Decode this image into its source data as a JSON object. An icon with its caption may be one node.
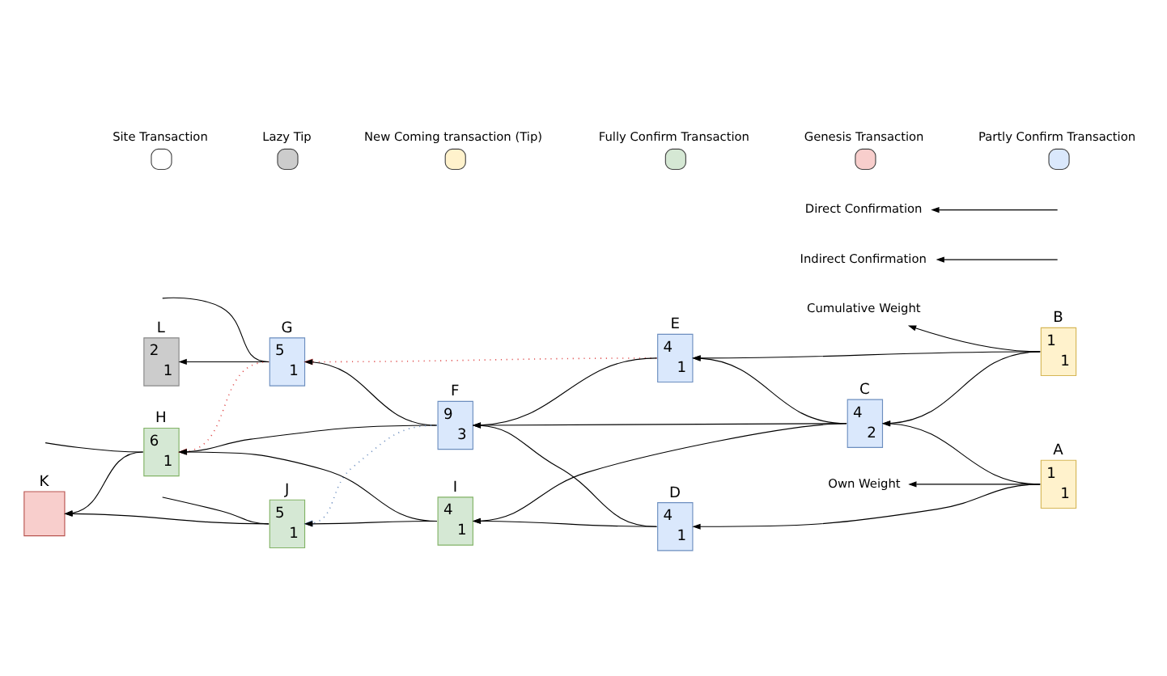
{
  "diagram": {
    "nodes": [
      {
        "text": [
          "L",
          "2",
          "1"
        ]
      },
      {
        "text": [
          "G",
          "5",
          "1"
        ]
      },
      {
        "text": [
          "Indirect Confirmation"
        ]
      },
      {
        "text": [
          "E",
          "4",
          "1"
        ]
      },
      {
        "text": [
          "Cumulative Weight"
        ]
      },
      {
        "text": [
          "B",
          "1",
          "1"
        ]
      },
      {
        "text": [
          "H",
          "6",
          "1"
        ]
      },
      {
        "text": [
          "K"
        ]
      },
      {
        "text": [
          "F",
          "9",
          "3"
        ]
      },
      {
        "text": [
          "C",
          "4",
          "2"
        ]
      },
      {
        "text": [
          "A",
          "1",
          "1"
        ]
      },
      {
        "text": [
          "J",
          "5",
          "1"
        ]
      },
      {
        "text": [
          "I",
          "4",
          "1"
        ]
      },
      {
        "text": [
          "D",
          "4",
          "1"
        ]
      },
      {
        "text": [
          "Direct Confirmation"
        ]
      },
      {
        "text": [
          "Own Weight"
        ]
      }
    ],
    "edges": [
      {
        "from": 1,
        "to": 0,
        "arrow": "to"
      },
      {
        "from": null,
        "to": 1,
        "arrow": "none"
      },
      {
        "from": 3,
        "to": 1,
        "arrow": "to",
        "style": "dashed",
        "color": "#e05050"
      },
      {
        "from": 1,
        "to": 6,
        "arrow": "to",
        "style": "dashed",
        "color": "#e05050"
      },
      {
        "from": null,
        "to": 2,
        "arrow": "to"
      },
      {
        "from": 8,
        "to": 1,
        "arrow": "to"
      },
      {
        "from": 3,
        "to": 8,
        "arrow": "to"
      },
      {
        "from": 5,
        "to": 3,
        "arrow": "to"
      },
      {
        "from": 5,
        "to": 4,
        "arrow": "to"
      },
      {
        "from": 5,
        "to": 9,
        "arrow": "to"
      },
      {
        "from": 9,
        "to": 3,
        "arrow": "to"
      },
      {
        "from": null,
        "to": 6,
        "arrow": "none"
      },
      {
        "from": 6,
        "to": 7,
        "arrow": "to"
      },
      {
        "from": 8,
        "to": 6,
        "arrow": "to"
      },
      {
        "from": 9,
        "to": 8,
        "arrow": "to"
      },
      {
        "from": 10,
        "to": 9,
        "arrow": "to"
      },
      {
        "from": 8,
        "to": 11,
        "arrow": "to",
        "style": "dashed",
        "color": "#6c8ebf"
      },
      {
        "from": 9,
        "to": 12,
        "arrow": "to"
      },
      {
        "from": 11,
        "to": 7,
        "arrow": "to"
      },
      {
        "from": null,
        "to": 11,
        "arrow": "none"
      },
      {
        "from": 12,
        "to": 6,
        "arrow": "to"
      },
      {
        "from": 12,
        "to": 11,
        "arrow": "to"
      },
      {
        "from": null,
        "to": 14,
        "arrow": "to"
      },
      {
        "from": 13,
        "to": 8,
        "arrow": "to"
      },
      {
        "from": 13,
        "to": 12,
        "arrow": "to"
      },
      {
        "from": 10,
        "to": 13,
        "arrow": "to"
      },
      {
        "from": 10,
        "to": 15,
        "arrow": "to"
      }
    ],
    "legend": [
      {
        "text": "Site Transaction",
        "color": "#ffffff"
      },
      {
        "text": "Lazy Tip",
        "color": "#cccccc"
      },
      {
        "text": "New Coming transaction (Tip)",
        "color": "#fff2cc"
      },
      {
        "text": "Fully Confirm Transaction",
        "color": "#d5e8d4"
      },
      {
        "text": "Genesis Transaction",
        "color": "#f8cecc"
      },
      {
        "text": "Partly Confirm Transaction",
        "color": "#dae8fc"
      }
    ]
  }
}
